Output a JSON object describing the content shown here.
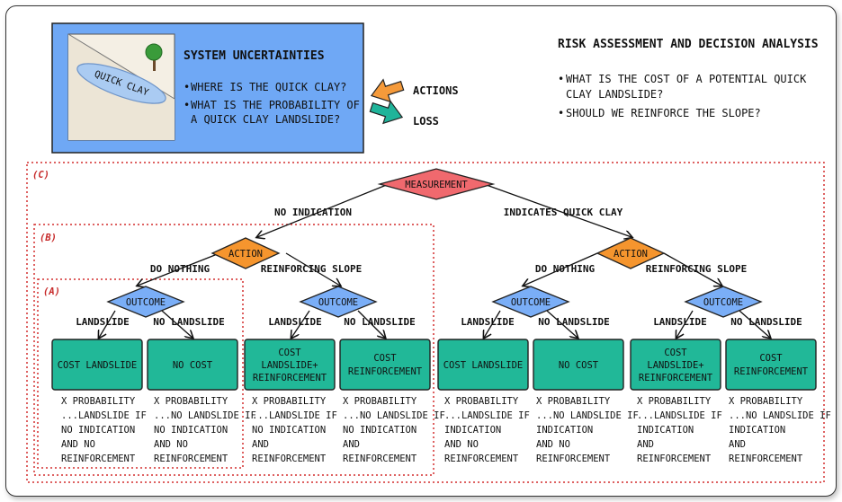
{
  "colors": {
    "panel_blue": "#6fa8f5",
    "leaf_teal": "#21b898",
    "measurement_red": "#f0696e",
    "action_orange": "#f5952e",
    "outcome_blue": "#7aaef7",
    "actions_arrow": "#f59a3a",
    "loss_arrow": "#1fb49a",
    "dotted_red": "#d32f2f"
  },
  "panel": {
    "title": "SYSTEM UNCERTAINTIES",
    "bullet1": "WHERE IS THE QUICK CLAY?",
    "bullet2_l1": "WHAT IS THE PROBABILITY OF",
    "bullet2_l2": "A QUICK CLAY LANDSLIDE?",
    "clay_label": "QUICK CLAY"
  },
  "arrows": {
    "actions": "ACTIONS",
    "loss": "LOSS"
  },
  "risk": {
    "title": "RISK ASSESSMENT AND DECISION ANALYSIS",
    "q1_l1": "WHAT IS THE COST OF A POTENTIAL QUICK",
    "q1_l2": "CLAY LANDSLIDE?",
    "q2": "SHOULD WE REINFORCE THE SLOPE?"
  },
  "regions": {
    "c": "(C)",
    "b": "(B)",
    "a": "(A)"
  },
  "tree": {
    "measurement": "MEASUREMENT",
    "no_indication": "NO INDICATION",
    "indicates": "INDICATES QUICK CLAY",
    "action": "ACTION",
    "do_nothing": "DO NOTHING",
    "reinforcing": "REINFORCING SLOPE",
    "outcome": "OUTCOME",
    "landslide": "LANDSLIDE",
    "no_landslide": "NO LANDSLIDE"
  },
  "leaves": {
    "cost_landslide": "COST LANDSLIDE",
    "no_cost": "NO COST",
    "cost_lr_1": "COST",
    "cost_lr_2": "LANDSLIDE+",
    "cost_lr_3": "REINFORCEMENT",
    "cost_r_1": "COST",
    "cost_r_2": "REINFORCEMENT"
  },
  "probs": {
    "l1": "X PROBABILITY",
    "p1": [
      "...LANDSLIDE IF",
      "NO INDICATION",
      "AND NO",
      "REINFORCEMENT"
    ],
    "p2": [
      "...NO LANDSLIDE IF",
      "NO INDICATION",
      "AND NO",
      "REINFORCEMENT"
    ],
    "p3": [
      "...LANDSLIDE IF",
      "NO INDICATION",
      "AND",
      "REINFORCEMENT"
    ],
    "p4": [
      "...NO LANDSLIDE IF",
      "NO INDICATION",
      "AND",
      "REINFORCEMENT"
    ],
    "p5": [
      "...LANDSLIDE IF",
      "INDICATION",
      "AND NO",
      "REINFORCEMENT"
    ],
    "p6": [
      "...NO LANDSLIDE IF",
      "INDICATION",
      "AND NO",
      "REINFORCEMENT"
    ],
    "p7": [
      "...LANDSLIDE IF",
      "INDICATION",
      "AND",
      "REINFORCEMENT"
    ],
    "p8": [
      "...NO LANDSLIDE IF",
      "INDICATION",
      "AND",
      "REINFORCEMENT"
    ]
  }
}
